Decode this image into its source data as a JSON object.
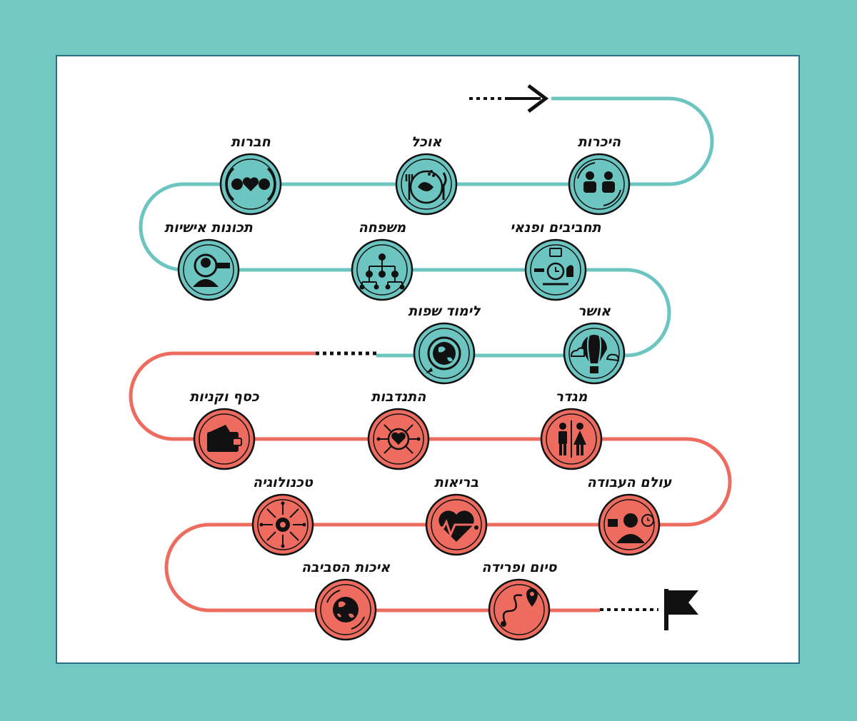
{
  "colors": {
    "background": "#72c9c3",
    "panel": "#ffffff",
    "panel_border": "#2a6f86",
    "teal": "#6cc5c0",
    "salmon": "#ee6b5f",
    "ink": "#111111"
  },
  "stations": [
    {
      "id": "introductions",
      "label": "היכרות",
      "icon": "people-icon",
      "color": "teal"
    },
    {
      "id": "food",
      "label": "אוכל",
      "icon": "food-plate-icon",
      "color": "teal"
    },
    {
      "id": "friendship",
      "label": "חברות",
      "icon": "heart-friends-icon",
      "color": "teal"
    },
    {
      "id": "hobbies",
      "label": "תחביבים ופנאי",
      "icon": "hobbies-icon",
      "color": "teal"
    },
    {
      "id": "family",
      "label": "משפחה",
      "icon": "family-tree-icon",
      "color": "teal"
    },
    {
      "id": "personality",
      "label": "תכונות אישיות",
      "icon": "magnifier-person-icon",
      "color": "teal"
    },
    {
      "id": "happiness",
      "label": "אושר",
      "icon": "hot-air-balloon-icon",
      "color": "teal"
    },
    {
      "id": "languages",
      "label": "לימוד שפות",
      "icon": "globe-chat-icon",
      "color": "teal"
    },
    {
      "id": "gender",
      "label": "מגדר",
      "icon": "gender-icon",
      "color": "salmon"
    },
    {
      "id": "volunteering",
      "label": "התנדבות",
      "icon": "heart-network-icon",
      "color": "salmon"
    },
    {
      "id": "money",
      "label": "כסף וקניות",
      "icon": "wallet-icon",
      "color": "salmon"
    },
    {
      "id": "work",
      "label": "עולם העבודה",
      "icon": "businessman-icon",
      "color": "salmon"
    },
    {
      "id": "health",
      "label": "בריאות",
      "icon": "heartbeat-icon",
      "color": "salmon"
    },
    {
      "id": "technology",
      "label": "טכנולוגיה",
      "icon": "gear-circuit-icon",
      "color": "salmon"
    },
    {
      "id": "ending",
      "label": "סיום ופרידה",
      "icon": "route-pin-icon",
      "color": "salmon"
    },
    {
      "id": "environment",
      "label": "איכות הסביבה",
      "icon": "earth-cycle-icon",
      "color": "salmon"
    }
  ],
  "start_marker": {
    "icon": "arrow-right-icon"
  },
  "finish_marker": {
    "icon": "flag-icon"
  }
}
